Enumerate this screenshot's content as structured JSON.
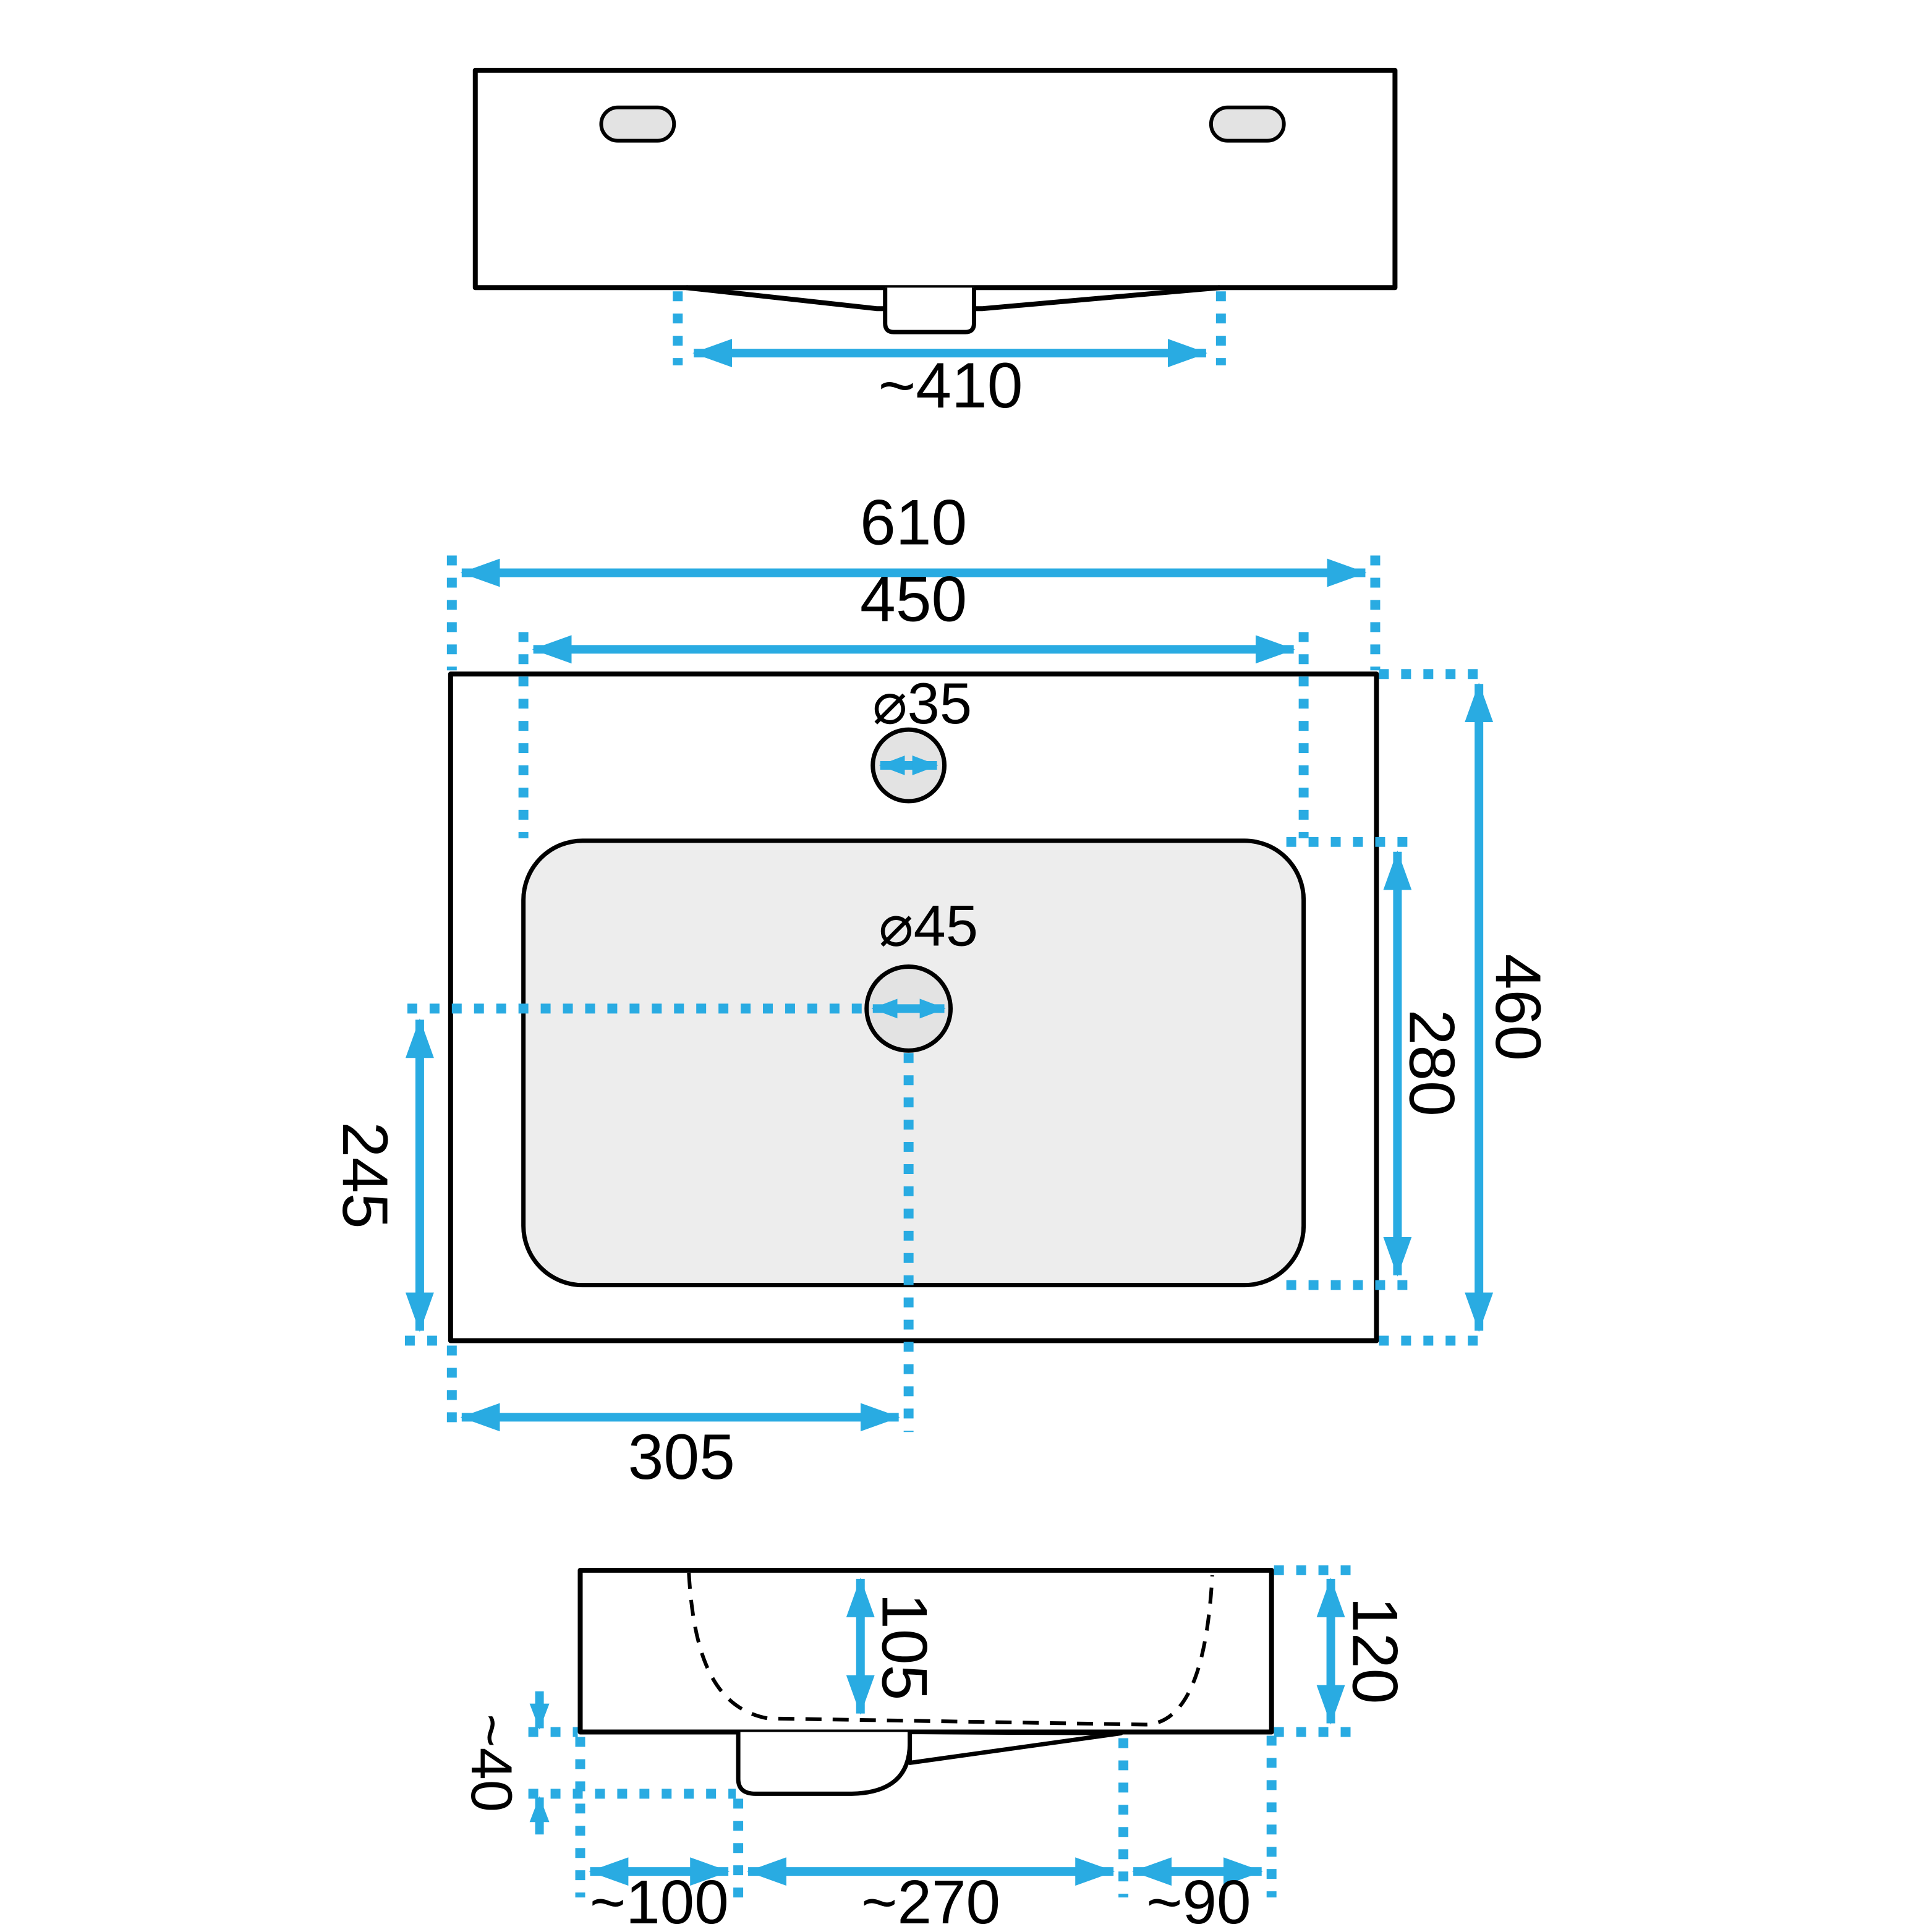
{
  "style": {
    "accent_color": "#29abe2",
    "line_color": "#000000",
    "basin_fill": "#ededed",
    "hole_fill": "#e3e3e3"
  },
  "front_view": {
    "dim_drain_width": "~410"
  },
  "plan_view": {
    "dim_overall_width": "610",
    "dim_tap_hole_span": "450",
    "dim_overall_depth": "460",
    "dim_basin_inner_depth": "280",
    "dim_drain_to_front": "245",
    "dim_drain_from_left": "305",
    "label_tap_hole_diameter": "⌀35",
    "label_drain_hole_diameter": "⌀45"
  },
  "side_view": {
    "dim_basin_inner_height": "105",
    "dim_overall_height": "120",
    "dim_trap_height": "~40",
    "dim_front_offset": "~100",
    "dim_drain_section": "~270",
    "dim_back_offset": "~90"
  }
}
